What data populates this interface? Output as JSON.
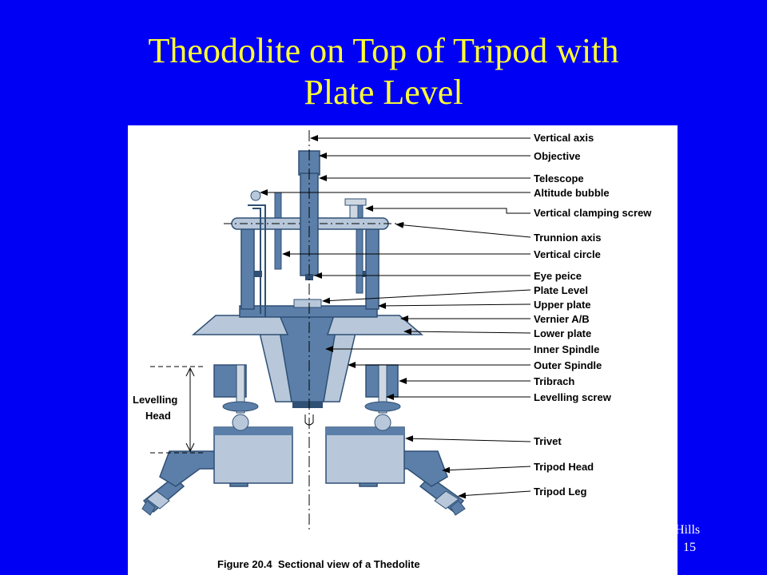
{
  "slide": {
    "title_line1": "Theodolite on Top of Tripod with",
    "title_line2": "Plate Level",
    "footer_text": "Hills",
    "page_number": "15"
  },
  "figure": {
    "caption": "Figure 20.4  Sectional view of a Thedolite",
    "left_label_line1": "Levelling",
    "left_label_line2": "Head",
    "labels": [
      "Vertical axis",
      "Objective",
      "Telescope",
      "Altitude bubble",
      "Vertical clamping screw",
      "Trunnion axis",
      "Vertical circle",
      "Eye peice",
      "Plate Level",
      "Upper plate",
      "Vernier A/B",
      "Lower plate",
      "Inner Spindle",
      "Outer Spindle",
      "Tribrach",
      "Levelling screw",
      "Trivet",
      "Tripod Head",
      "Tripod Leg"
    ]
  },
  "colors": {
    "background": "#0000f5",
    "title": "#ffff33",
    "steel": "#5b7fa8",
    "steel_light": "#b8c8da",
    "steel_dark": "#2f4f74"
  }
}
